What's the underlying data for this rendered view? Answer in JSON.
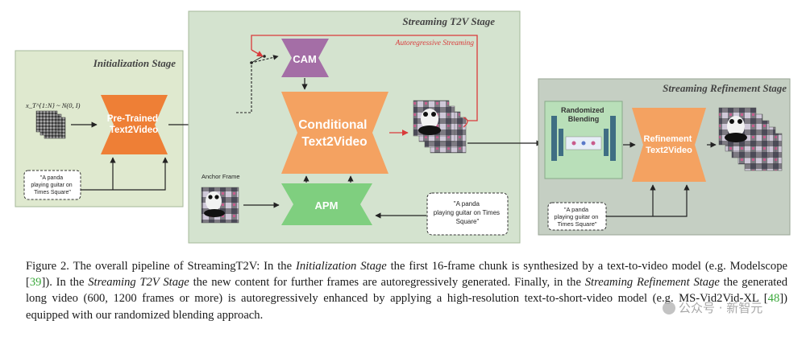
{
  "stages": {
    "init": "Initialization Stage",
    "streaming": "Streaming T2V Stage",
    "refine": "Streaming Refinement Stage"
  },
  "init": {
    "noise_label": "x_T^{1:N} ~ N(0, I)",
    "model": [
      "Pre-Trained",
      "Text2Video"
    ],
    "prompt": [
      "\"A panda",
      "playing guitar on",
      "Times Square\""
    ]
  },
  "streaming": {
    "cam": "CAM",
    "model": [
      "Conditional",
      "Text2Video"
    ],
    "apm": "APM",
    "anchor_frame": "Anchor Frame",
    "autoregressive": "Autoregressive Streaming",
    "prompt": [
      "\"A panda",
      "playing guitar on Times",
      "Square\""
    ]
  },
  "refine": {
    "blending": [
      "Randomized",
      "Blending"
    ],
    "model": [
      "Refinement",
      "Text2Video"
    ],
    "prompt": [
      "\"A panda",
      "playing guitar on",
      "Times Square\""
    ]
  },
  "caption": {
    "fig_label": "Figure 2.",
    "p1": " The overall pipeline of StreamingT2V: In the ",
    "i1": "Initialization Stage",
    "p2": " the first 16-frame chunk is synthesized by a text-to-video model (e.g. Modelscope [",
    "ref1": "39",
    "p3": "]). In the ",
    "i2": "Streaming T2V Stage",
    "p4": " the new content for further frames are autoregressively generated. Finally, in the ",
    "i3": "Streaming Refinement Stage",
    "p5": " the generated long video (600, 1200 frames or more) is autoregressively enhanced by applying a high-resolution text-to-short-video model (e.g. MS-Vid2Vid-XL [",
    "ref2": "48",
    "p6": "]) equipped with our randomized blending approach."
  },
  "watermark": "公众号 · 新智元",
  "colors": {
    "init_bg": "#dfe9cf",
    "stream_bg": "#d4e3cf",
    "refine_bg": "#c5cfc3",
    "orange": "#f4a261",
    "orange_dark": "#ee7f36",
    "green": "#7fcf7f",
    "purple": "#a46ea6",
    "red_arrow": "#d93a3a"
  }
}
